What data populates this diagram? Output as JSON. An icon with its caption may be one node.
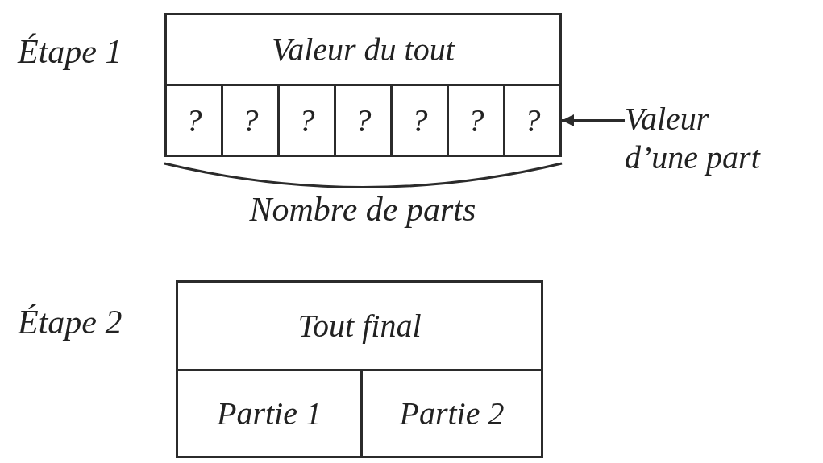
{
  "diagram": {
    "nodes": [
      {
        "text": [
          "Valeur du tout"
        ]
      },
      {
        "text": [
          "?"
        ]
      },
      {
        "text": [
          "?"
        ]
      },
      {
        "text": [
          "?"
        ]
      },
      {
        "text": [
          "?"
        ]
      },
      {
        "text": [
          "?"
        ]
      },
      {
        "text": [
          "?"
        ]
      },
      {
        "text": [
          "?"
        ]
      },
      {
        "text": [
          "Valeur d’une part"
        ]
      },
      {
        "text": [
          "Tout final"
        ]
      },
      {
        "text": [
          "Partie 1"
        ]
      },
      {
        "text": [
          "Partie 2"
        ]
      }
    ],
    "edges": [
      {
        "from": 8,
        "to": 7,
        "arrow": "to"
      }
    ],
    "labels": [
      "Étape 1",
      "Nombre de parts",
      "Étape 2"
    ]
  }
}
